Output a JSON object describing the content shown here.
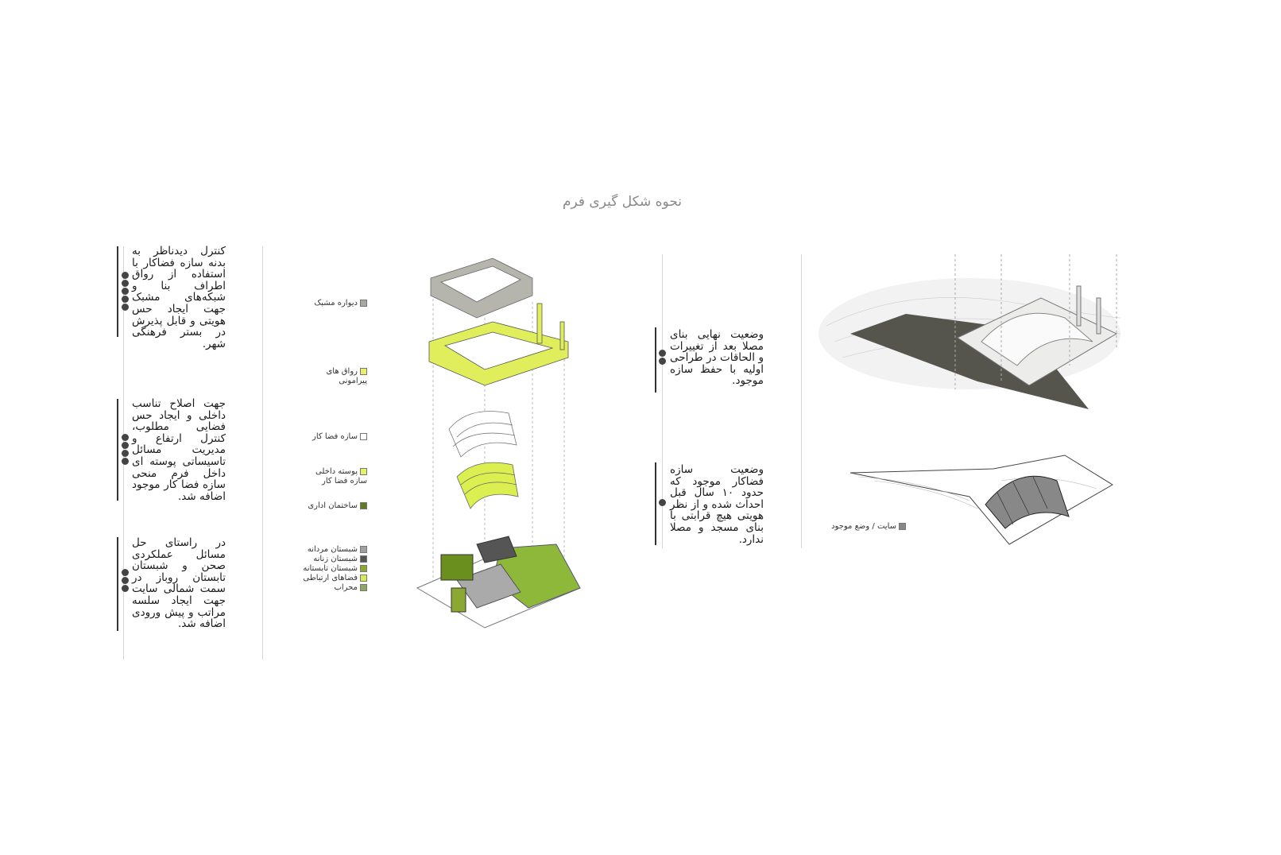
{
  "title": "نحوه شکل گیری فرم",
  "left_paragraphs": [
    "کنترل دیدناظر به بدنه سازه فضاکار با استفاده از رواق اطراف بنا و شبکه‌های مشبک جهت ایجاد حس هویتی و قابل پذیرش در بستر فرهنگی شهر.",
    "جهت اصلاح تناسب داخلی و ایجاد حس فضایی مطلوب، کنترل ارتفاع و مدیریت مسائل تاسیساتی پوسته ای داخل فرم منحی سازه فضا کار موجود اضافه شد.",
    "در راستای حل مسائل عملکردی صحن و شبستان تابستان روباز در سمت شمالی سایت جهت ایجاد سلسه مراتب و پیش ورودی اضافه شد."
  ],
  "legend": [
    {
      "label": "دیواره مشبک",
      "color": "#a8a8a0"
    },
    {
      "label": "رواق های پیرامونی",
      "color": "#e6f06a"
    },
    {
      "label": "سازه فضا کار",
      "color": "#ffffff"
    },
    {
      "label": "پوسته داخلی سازه فضا کار",
      "color": "#e6f06a"
    },
    {
      "label": "ساختمان اداری",
      "color": "#5e7d1e"
    }
  ],
  "legend_group": [
    {
      "label": "شبستان مردانه",
      "color": "#a0a0a0"
    },
    {
      "label": "شبستان زنانه",
      "color": "#555555"
    },
    {
      "label": "شبستان تابستانه",
      "color": "#8aa832"
    },
    {
      "label": "فضاهای ارتباطی",
      "color": "#d8ea5a"
    },
    {
      "label": "محراب",
      "color": "#8fa860"
    }
  ],
  "right_paragraphs": [
    "وضعیت نهایی بنای مصلا بعد از تغییرات و الحاقات در طراحی اولیه با حفظ سازه موجود.",
    "وضعیت سازه فضاکار موجود که حدود ۱۰ سال قبل احداث شده و از نظر هویتی هیچ قرابتی با بنای مسجد و مصلا ندارد."
  ],
  "site_legend": {
    "label": "سایت / وضع موجود",
    "color": "#888888"
  },
  "colors": {
    "accent": "#d9ec4e",
    "dark_green": "#6b8f1e",
    "grass": "#8db83a"
  }
}
